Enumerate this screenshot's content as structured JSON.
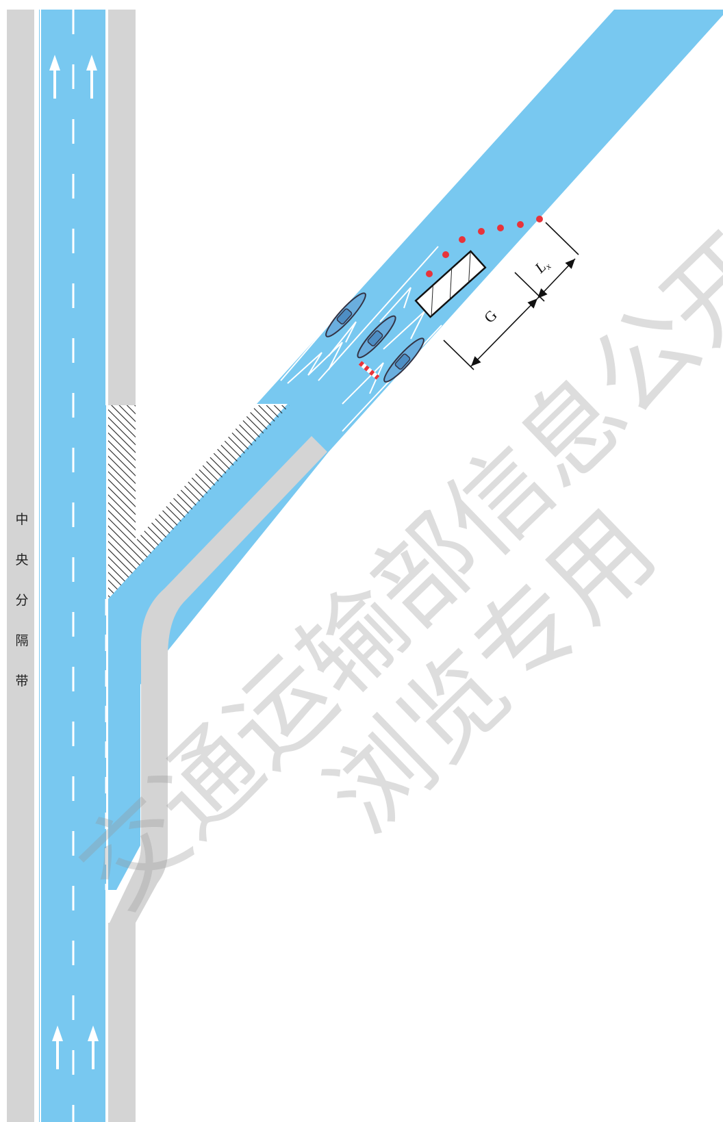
{
  "median_label": [
    "中",
    "央",
    "分",
    "隔",
    "带"
  ],
  "dimension_labels": {
    "gap": "G",
    "length_main": "L",
    "length_sub": "x"
  },
  "watermark": {
    "line1": "交通运输部信息公开",
    "line2": "浏览专用"
  },
  "colors": {
    "lane": "#78c8f0",
    "shoulder": "#d4d4d4",
    "marking": "#ffffff",
    "cone": "#e8333a",
    "barrier_stripe": "#e8333a",
    "hatch": "#222222"
  },
  "icons": [
    "arrow-up-icon",
    "traffic-cone-icon",
    "work-zone-block-icon",
    "vehicle-icon",
    "barrier-icon"
  ]
}
